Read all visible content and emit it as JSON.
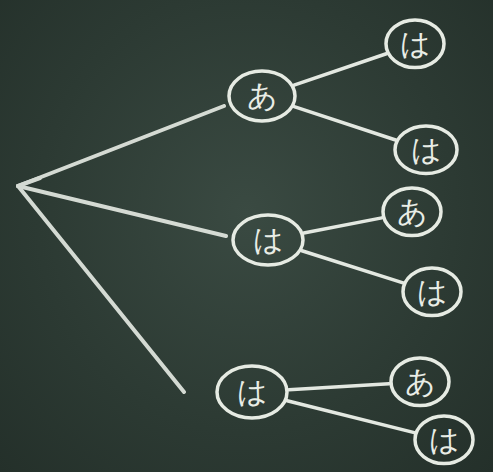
{
  "diagram": {
    "nodes": [
      {
        "text": [
          "あ"
        ]
      },
      {
        "text": [
          "は"
        ]
      },
      {
        "text": [
          "は"
        ]
      },
      {
        "text": [
          "は"
        ]
      },
      {
        "text": [
          "あ"
        ]
      },
      {
        "text": [
          "は"
        ]
      },
      {
        "text": [
          "は"
        ]
      },
      {
        "text": [
          "あ"
        ]
      },
      {
        "text": [
          "は"
        ]
      }
    ],
    "edges": [
      {
        "from": 0,
        "to": 1,
        "arrow": "none"
      },
      {
        "from": 0,
        "to": 2,
        "arrow": "none"
      },
      {
        "from": 3,
        "to": 4,
        "arrow": "none"
      },
      {
        "from": 3,
        "to": 5,
        "arrow": "none"
      },
      {
        "from": 6,
        "to": 7,
        "arrow": "none"
      },
      {
        "from": 6,
        "to": 8,
        "arrow": "none"
      }
    ]
  }
}
